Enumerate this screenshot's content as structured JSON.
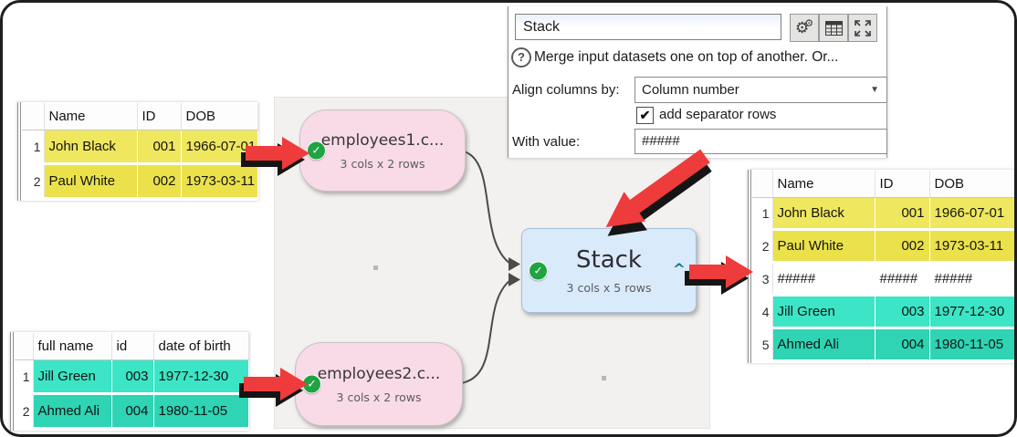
{
  "colors": {
    "yellow_row": "#efe75e",
    "yellow_row_alt": "#ebe24b",
    "teal_row": "#3ce5c5",
    "teal_row_alt": "#2ed4b4",
    "separator_row": "#ffffff",
    "accent_red": "#ee3b3b",
    "node_pink": "#f8dbe7",
    "node_blue": "#d9eafb",
    "check_green": "#21a343"
  },
  "panel": {
    "title_value": "Stack",
    "buttons": [
      {
        "icon": "gear-icon"
      },
      {
        "icon": "table-icon"
      },
      {
        "icon": "expand-icon"
      }
    ],
    "gear_glyph": "⚙",
    "gear_glyph_small": "⚙",
    "help_glyph": "?",
    "description": "Merge input datasets one on top of another. Or...",
    "align_label": "Align columns by:",
    "align_value": "Column number",
    "dropdown_caret": "▼",
    "checkmark": "✔",
    "separator_checkbox_label": "add separator rows",
    "with_value_label": "With value:",
    "with_value": "#####"
  },
  "nodes": {
    "check_glyph": "✓",
    "input1": {
      "title": "employees1.c...",
      "subtitle": "3 cols x 2 rows"
    },
    "input2": {
      "title": "employees2.c...",
      "subtitle": "3 cols x 2 rows"
    },
    "stack": {
      "title": "Stack",
      "subtitle": "3 cols x 5 rows",
      "caret": "^"
    }
  },
  "tables": {
    "input1": {
      "headers": [
        "",
        "Name",
        "ID",
        "DOB"
      ],
      "rows": [
        {
          "num": "1",
          "cells": [
            "John Black",
            "001",
            "1966-07-01"
          ]
        },
        {
          "num": "2",
          "cells": [
            "Paul White",
            "002",
            "1973-03-11"
          ]
        }
      ]
    },
    "input2": {
      "headers": [
        "",
        "full name",
        "id",
        "date of birth"
      ],
      "rows": [
        {
          "num": "1",
          "cells": [
            "Jill Green",
            "003",
            "1977-12-30"
          ]
        },
        {
          "num": "2",
          "cells": [
            "Ahmed Ali",
            "004",
            "1980-11-05"
          ]
        }
      ]
    },
    "output": {
      "headers": [
        "",
        "Name",
        "ID",
        "DOB"
      ],
      "rows": [
        {
          "num": "1",
          "cells": [
            "John Black",
            "001",
            "1966-07-01"
          ]
        },
        {
          "num": "2",
          "cells": [
            "Paul White",
            "002",
            "1973-03-11"
          ]
        },
        {
          "num": "3",
          "cells": [
            "#####",
            "#####",
            "#####"
          ]
        },
        {
          "num": "4",
          "cells": [
            "Jill Green",
            "003",
            "1977-12-30"
          ]
        },
        {
          "num": "5",
          "cells": [
            "Ahmed Ali",
            "004",
            "1980-11-05"
          ]
        }
      ]
    }
  }
}
